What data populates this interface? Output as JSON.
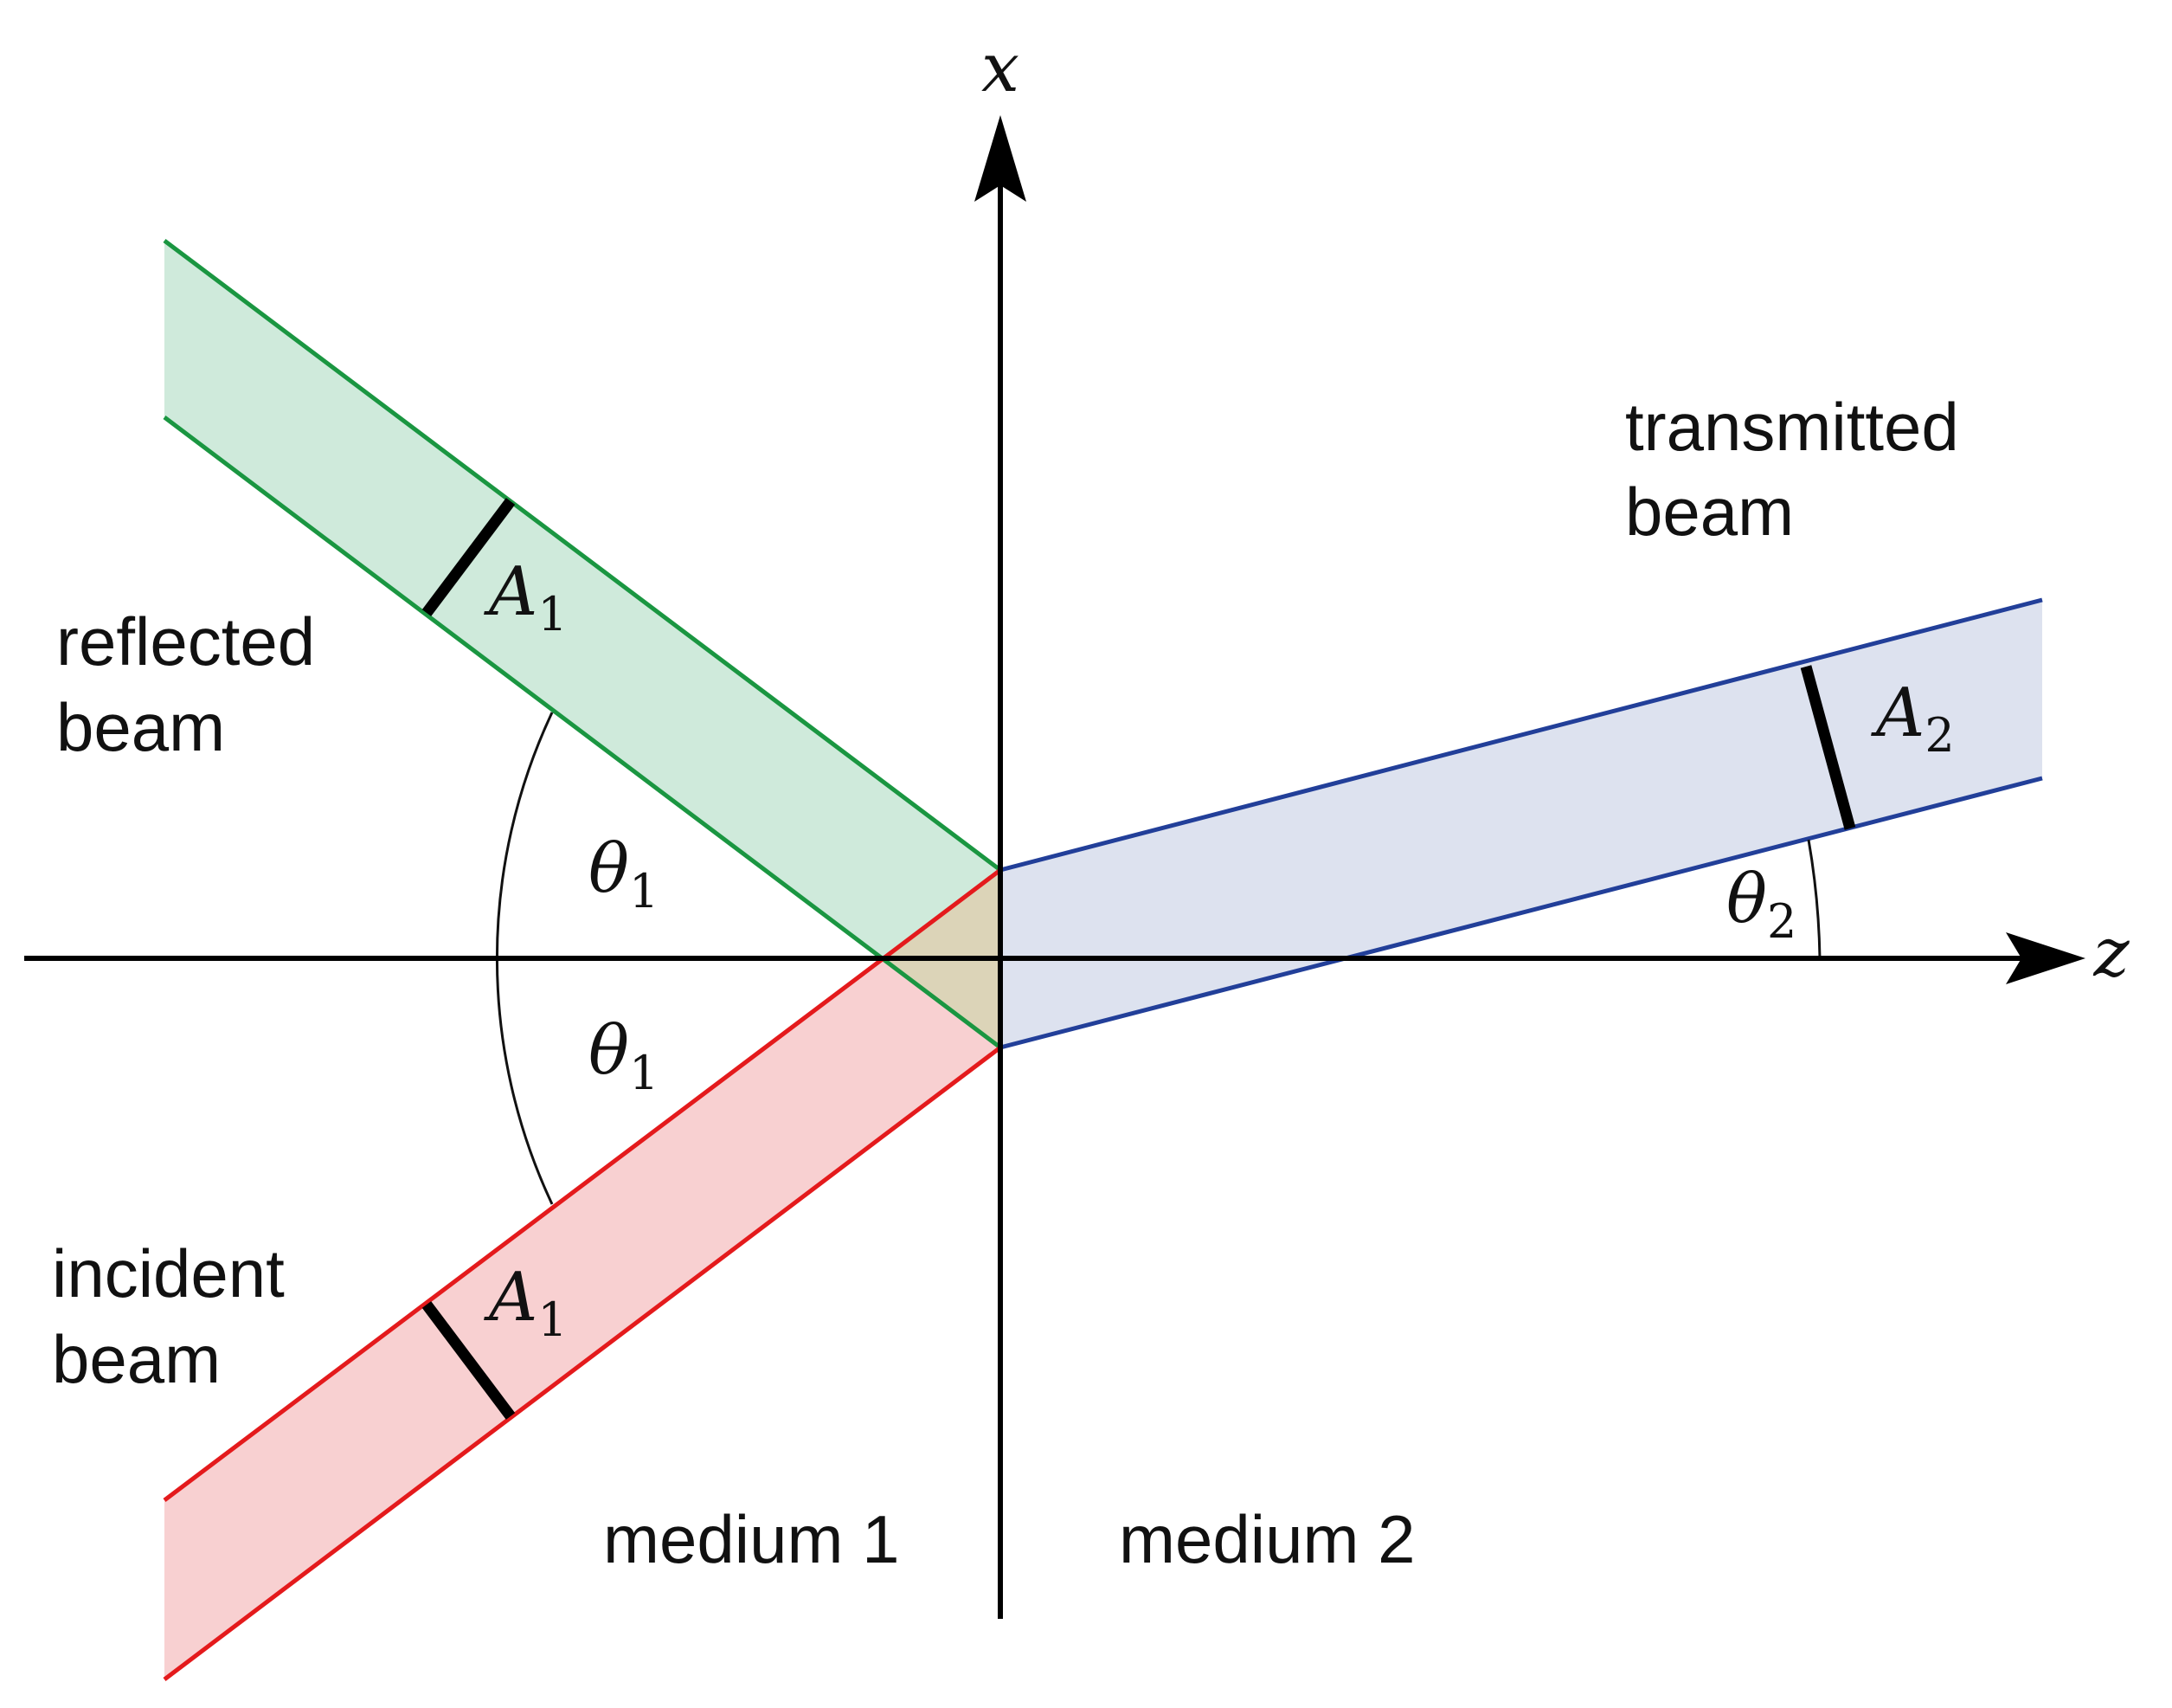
{
  "axes": {
    "x_label": "x",
    "z_label": "z"
  },
  "beams": {
    "reflected": {
      "label_line1": "reflected",
      "label_line2": "beam",
      "width_symbol": "A",
      "width_sub": "1",
      "stroke": "#1a9641",
      "fill": "#cfeadb"
    },
    "incident": {
      "label_line1": "incident",
      "label_line2": "beam",
      "width_symbol": "A",
      "width_sub": "1",
      "stroke": "#e41a1c",
      "fill": "#f8d0d1"
    },
    "transmitted": {
      "label_line1": "transmitted",
      "label_line2": "beam",
      "width_symbol": "A",
      "width_sub": "2",
      "stroke": "#223f99",
      "fill": "#dde2ef"
    },
    "overlap_fill": "#dcd4b8"
  },
  "angles": {
    "theta1_upper": {
      "symbol": "θ",
      "sub": "1"
    },
    "theta1_lower": {
      "symbol": "θ",
      "sub": "1"
    },
    "theta2": {
      "symbol": "θ",
      "sub": "2"
    }
  },
  "media": {
    "medium1": "medium 1",
    "medium2": "medium 2"
  }
}
